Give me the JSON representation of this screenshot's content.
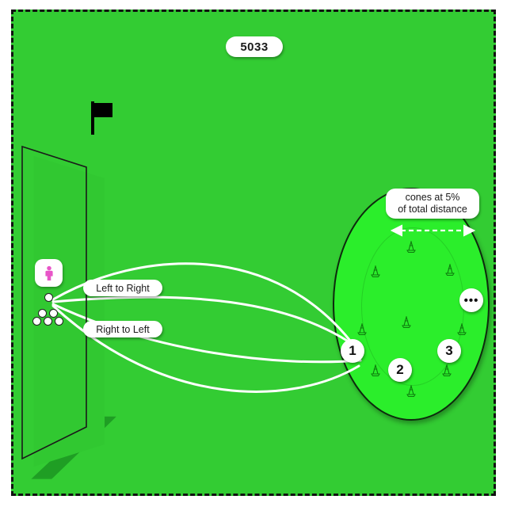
{
  "course": {
    "background_color": "#33cc33",
    "border_style": "dashed",
    "border_color": "#111111"
  },
  "hole": {
    "number_label": "5033"
  },
  "tee": {
    "player_icon": "person-icon",
    "player_icon_color": "#e855c8",
    "ball_count": 6
  },
  "shots": {
    "labels": [
      {
        "text": "Left to Right",
        "name": "left-to-right"
      },
      {
        "text": "Right to Left",
        "name": "right-to-left"
      }
    ],
    "trajectory_color": "#ffffff",
    "trajectory_count": 4
  },
  "target_green": {
    "fill_color": "#2bee2b",
    "outline_color": "#0d2a0d",
    "flag_icon": "flag-icon",
    "cone_icon": "traffic-cone-icon",
    "ring_cone_count": 8,
    "center_cone_count": 1,
    "callout": {
      "line1": "cones at 5%",
      "line2": "of total distance"
    },
    "measure_arrow": "double-headed-dashed-arrow"
  },
  "badges": [
    {
      "label": "1",
      "name": "badge-1"
    },
    {
      "label": "2",
      "name": "badge-2"
    },
    {
      "label": "3",
      "name": "badge-3"
    },
    {
      "label": "•••",
      "name": "badge-more"
    }
  ]
}
